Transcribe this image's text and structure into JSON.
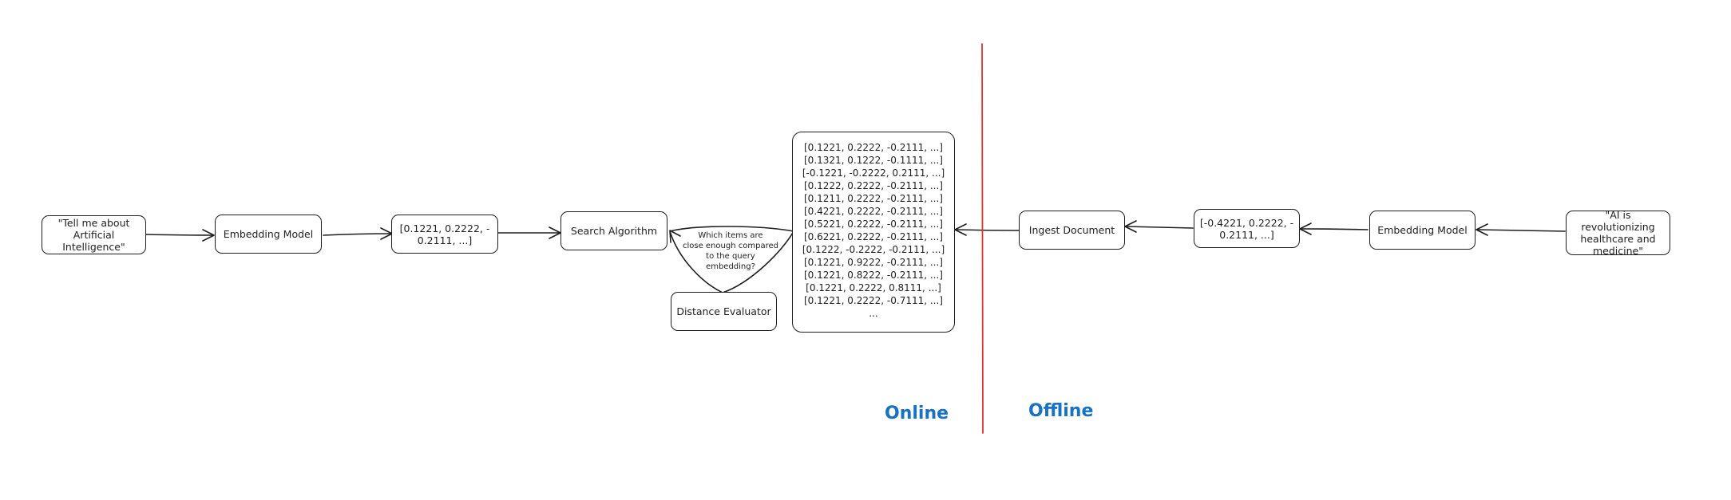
{
  "colors": {
    "stroke": "#1e1e1e",
    "divider": "#e03131",
    "section_label": "#1971c2"
  },
  "nodes": {
    "query_text": "\"Tell me about\nArtificial Intelligence\"",
    "embedding_model_online": "Embedding Model",
    "query_vector": "[0.1221, 0.2222, -\n0.2111, ...]",
    "search_algorithm": "Search Algorithm",
    "distance_evaluator": "Distance Evaluator",
    "ingest_document": "Ingest Document",
    "doc_vector": "[-0.4221, 0.2222, -\n0.2111, ...]",
    "embedding_model_offline": "Embedding Model",
    "doc_text": "\"AI is revolutionizing\nhealthcare and\nmedicine\""
  },
  "annotation": "Which items are\nclose enough compared\nto the query embedding?",
  "vector_store": [
    "[0.1221, 0.2222, -0.2111, ...]",
    "[0.1321, 0.1222, -0.1111, ...]",
    "[-0.1221, -0.2222, 0.2111, ...]",
    "[0.1222, 0.2222, -0.2111, ...]",
    "[0.1211, 0.2222, -0.2111, ...]",
    "[0.4221, 0.2222, -0.2111, ...]",
    "[0.5221, 0.2222, -0.2111, ...]",
    "[0.6221, 0.2222, -0.2111, ...]",
    "[0.1222, -0.2222, -0.2111, ...]",
    "[0.1221, 0.9222, -0.2111, ...]",
    "[0.1221, 0.8222, -0.2111, ...]",
    "[0.1221, 0.2222, 0.8111, ...]",
    "[0.1221, 0.2222, -0.7111, ...]",
    "..."
  ],
  "sections": {
    "online": "Online",
    "offline": "Offline"
  }
}
